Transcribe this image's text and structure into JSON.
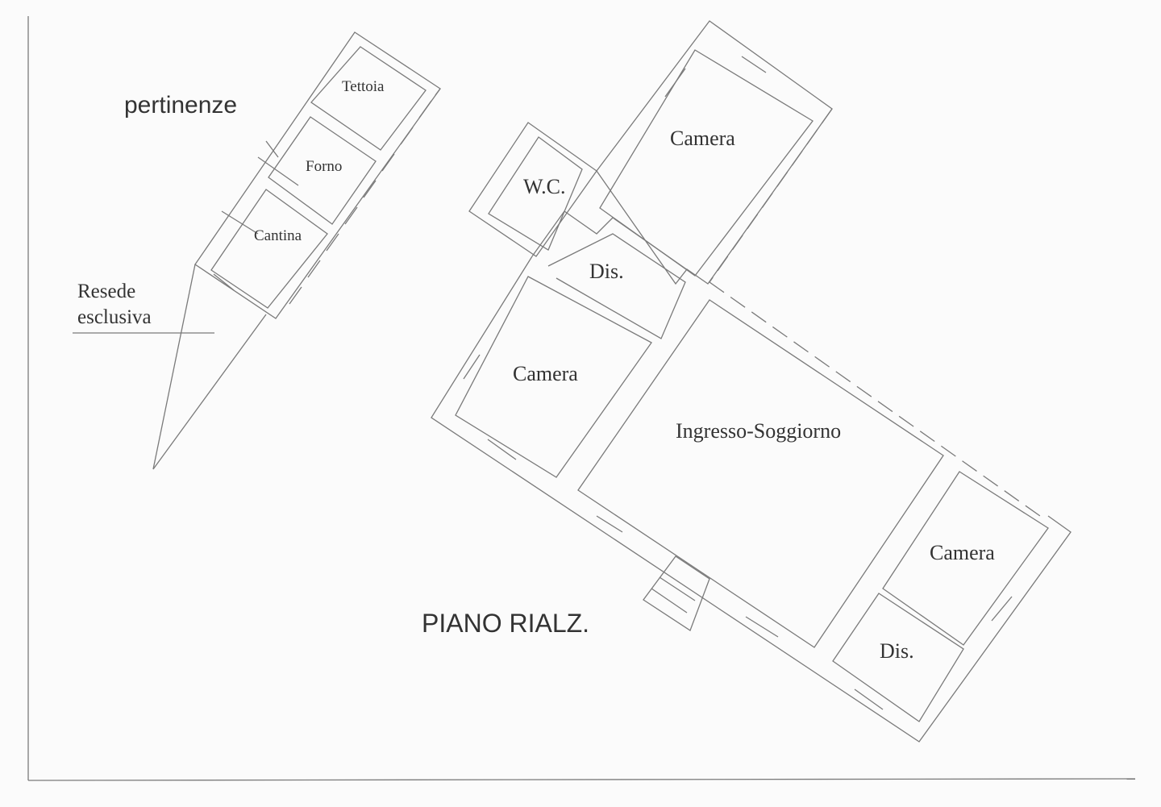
{
  "title": "PIANO RIALZ.",
  "section_label": "pertinenze",
  "annex_rooms": {
    "tettoia": "Tettoia",
    "forno": "Forno",
    "cantina": "Cantina"
  },
  "resede": {
    "line1": "Resede",
    "line2": "esclusiva"
  },
  "rooms": {
    "camera_top": "Camera",
    "wc": "W.C.",
    "dis_top": "Dis.",
    "camera_left": "Camera",
    "ingresso": "Ingresso-Soggiorno",
    "camera_right": "Camera",
    "dis_bottom": "Dis."
  },
  "colors": {
    "line": "#7a7a7a",
    "text": "#333333",
    "background": "#fbfbfb"
  }
}
